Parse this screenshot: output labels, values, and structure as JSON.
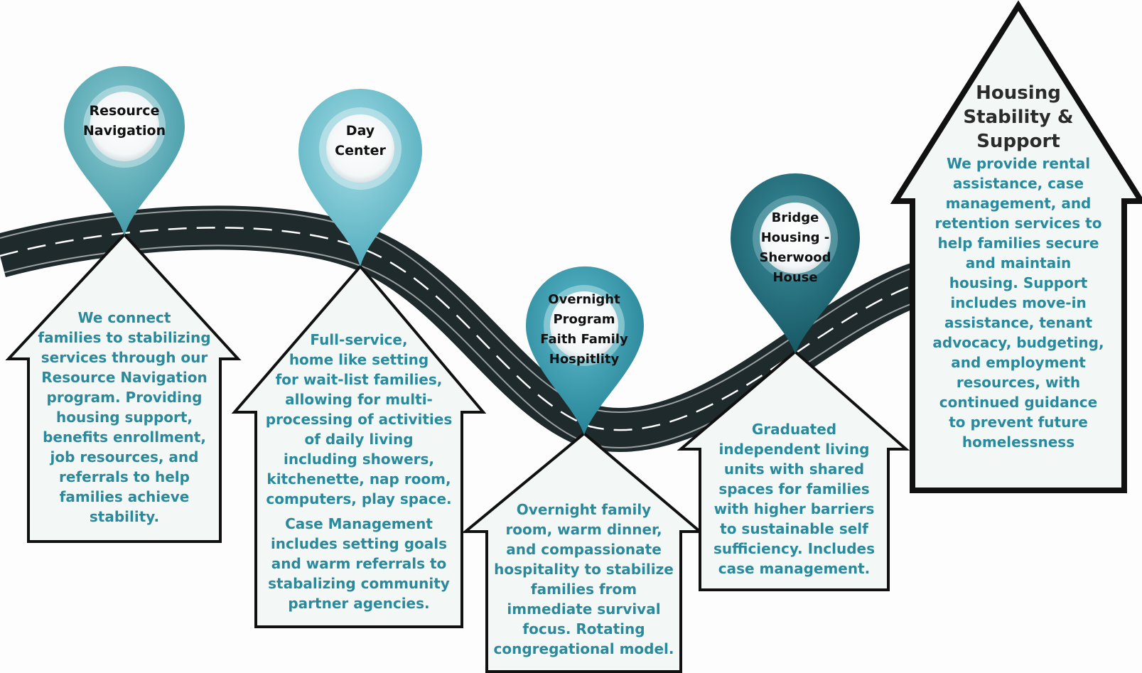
{
  "stages": [
    {
      "pin_label": "Resource\nNavigation",
      "description": "We connect\nfamilies to stabilizing\nservices through our\nResource Navigation\nprogram. Providing\nhousing support,\nbenefits enrollment,\njob resources, and\nreferrals to help\nfamilies achieve\nstability."
    },
    {
      "pin_label": "Day\nCenter",
      "description": "Full-service,\nhome like setting\nfor wait-list families,\nallowing for multi-\nprocessing of activities\nof daily living\nincluding showers,\nkitchenette, nap room,\ncomputers, play space.",
      "description_2": "Case Management\nincludes setting goals\nand warm referrals to\nstabalizing community\npartner agencies."
    },
    {
      "pin_label": "Overnight\nProgram\nFaith Family\nHospitlity",
      "description": "Overnight family\nroom, warm dinner,\nand compassionate\nhospitality to stabilize\nfamilies from\nimmediate survival\nfocus. Rotating\ncongregational model."
    },
    {
      "pin_label": "Bridge\nHousing -\nSherwood\nHouse",
      "description": "Graduated\nindependent living\nunits with shared\nspaces for families\nwith higher barriers\nto sustainable self\nsufficiency. Includes\ncase management."
    },
    {
      "title": "Housing\nStability &\nSupport",
      "description": "We provide rental\nassistance, case\nmanagement, and\nretention services to\nhelp families secure\nand maintain\nhousing. Support\nincludes move-in\nassistance, tenant\nadvocacy, budgeting,\nand employment\nresources, with\ncontinued guidance\nto prevent future\nhomelessness"
    }
  ],
  "colors": {
    "road": "#1f2a2c",
    "road_dash": "#ffffff",
    "house_fill": "#f3f8f6",
    "house_stroke": "#111111",
    "text_accent": "#2a8a9c",
    "pin_1": "#4fa7b3",
    "pin_2": "#62b6c6",
    "pin_3": "#2f96aa",
    "pin_4": "#1d6878"
  }
}
